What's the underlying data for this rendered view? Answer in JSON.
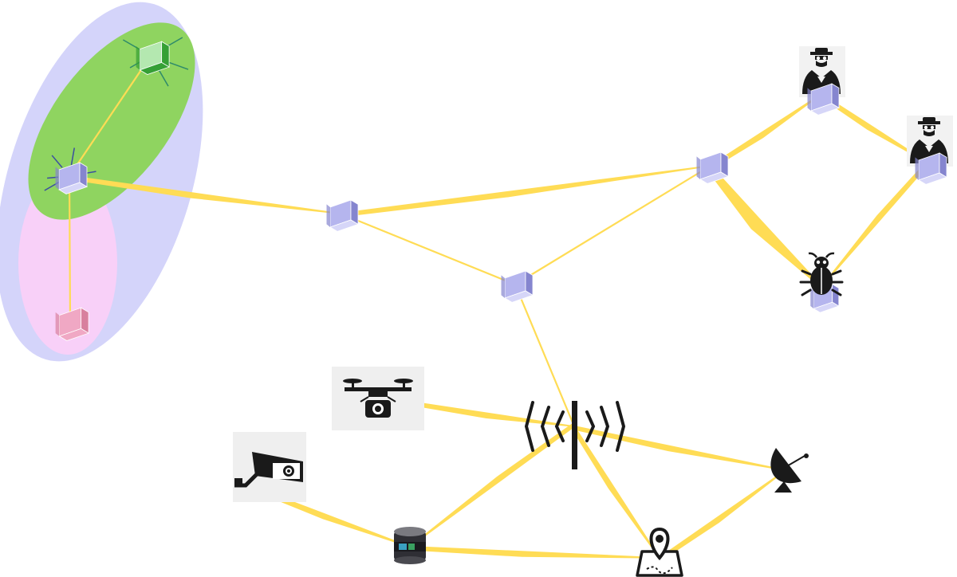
{
  "diagram": {
    "regions": {
      "outer_color": "#d4d4fa",
      "green_color": "#8fd460",
      "pink_color": "#f8d0f8"
    },
    "colors": {
      "link": "#ffdc55",
      "cube_front": "#b5b5ee",
      "cube_side": "#8585cf",
      "cube_top": "#d6d6f8",
      "green_cube_light": "#b4e8b0",
      "green_cube_dark": "#35a035",
      "pink_cube_front": "#f0a8c4",
      "pink_cube_side": "#d8809e",
      "icon": "#1a1a1a"
    },
    "nodes": [
      {
        "id": "green-server",
        "kind": "cube-green",
        "icon": "green-server-cube-icon"
      },
      {
        "id": "local-node",
        "kind": "cube-rays",
        "icon": "server-cube-icon"
      },
      {
        "id": "pink-server",
        "kind": "cube-pink",
        "icon": "pink-server-cube-icon"
      },
      {
        "id": "relay-node",
        "kind": "cube",
        "icon": "server-cube-icon"
      },
      {
        "id": "hub-node",
        "kind": "cube",
        "icon": "server-cube-icon"
      },
      {
        "id": "gateway-node",
        "kind": "cube",
        "icon": "server-cube-icon"
      },
      {
        "id": "attacker-node-1",
        "kind": "spy",
        "icon": "spy-icon"
      },
      {
        "id": "attacker-node-2",
        "kind": "spy",
        "icon": "spy-icon"
      },
      {
        "id": "malware-node",
        "kind": "bug",
        "icon": "bug-icon"
      },
      {
        "id": "drone",
        "kind": "drone",
        "icon": "drone-icon"
      },
      {
        "id": "cctv-camera",
        "kind": "camera",
        "icon": "security-camera-icon"
      },
      {
        "id": "base-station",
        "kind": "antenna",
        "icon": "antenna-icon"
      },
      {
        "id": "lidar-sensor",
        "kind": "lidar",
        "icon": "lidar-icon"
      },
      {
        "id": "gps-map",
        "kind": "map",
        "icon": "map-pin-icon"
      },
      {
        "id": "satellite-dish",
        "kind": "dish",
        "icon": "satellite-dish-icon"
      }
    ],
    "links": [
      {
        "from": "green-server",
        "to": "local-node",
        "style": "thin"
      },
      {
        "from": "local-node",
        "to": "pink-server",
        "style": "thin"
      },
      {
        "from": "local-node",
        "to": "relay-node",
        "style": "taper"
      },
      {
        "from": "relay-node",
        "to": "gateway-node",
        "style": "taper"
      },
      {
        "from": "relay-node",
        "to": "hub-node",
        "style": "thin"
      },
      {
        "from": "hub-node",
        "to": "gateway-node",
        "style": "thin"
      },
      {
        "from": "gateway-node",
        "to": "attacker-node-1",
        "style": "taper"
      },
      {
        "from": "attacker-node-1",
        "to": "attacker-node-2",
        "style": "taper"
      },
      {
        "from": "attacker-node-2",
        "to": "malware-node",
        "style": "taper"
      },
      {
        "from": "gateway-node",
        "to": "malware-node",
        "style": "taper-wide"
      },
      {
        "from": "hub-node",
        "to": "base-station",
        "style": "thin"
      },
      {
        "from": "drone",
        "to": "base-station",
        "style": "taper"
      },
      {
        "from": "base-station",
        "to": "satellite-dish",
        "style": "taper"
      },
      {
        "from": "base-station",
        "to": "lidar-sensor",
        "style": "taper"
      },
      {
        "from": "base-station",
        "to": "gps-map",
        "style": "taper"
      },
      {
        "from": "cctv-camera",
        "to": "lidar-sensor",
        "style": "taper"
      },
      {
        "from": "lidar-sensor",
        "to": "gps-map",
        "style": "taper"
      },
      {
        "from": "gps-map",
        "to": "satellite-dish",
        "style": "taper"
      }
    ]
  }
}
